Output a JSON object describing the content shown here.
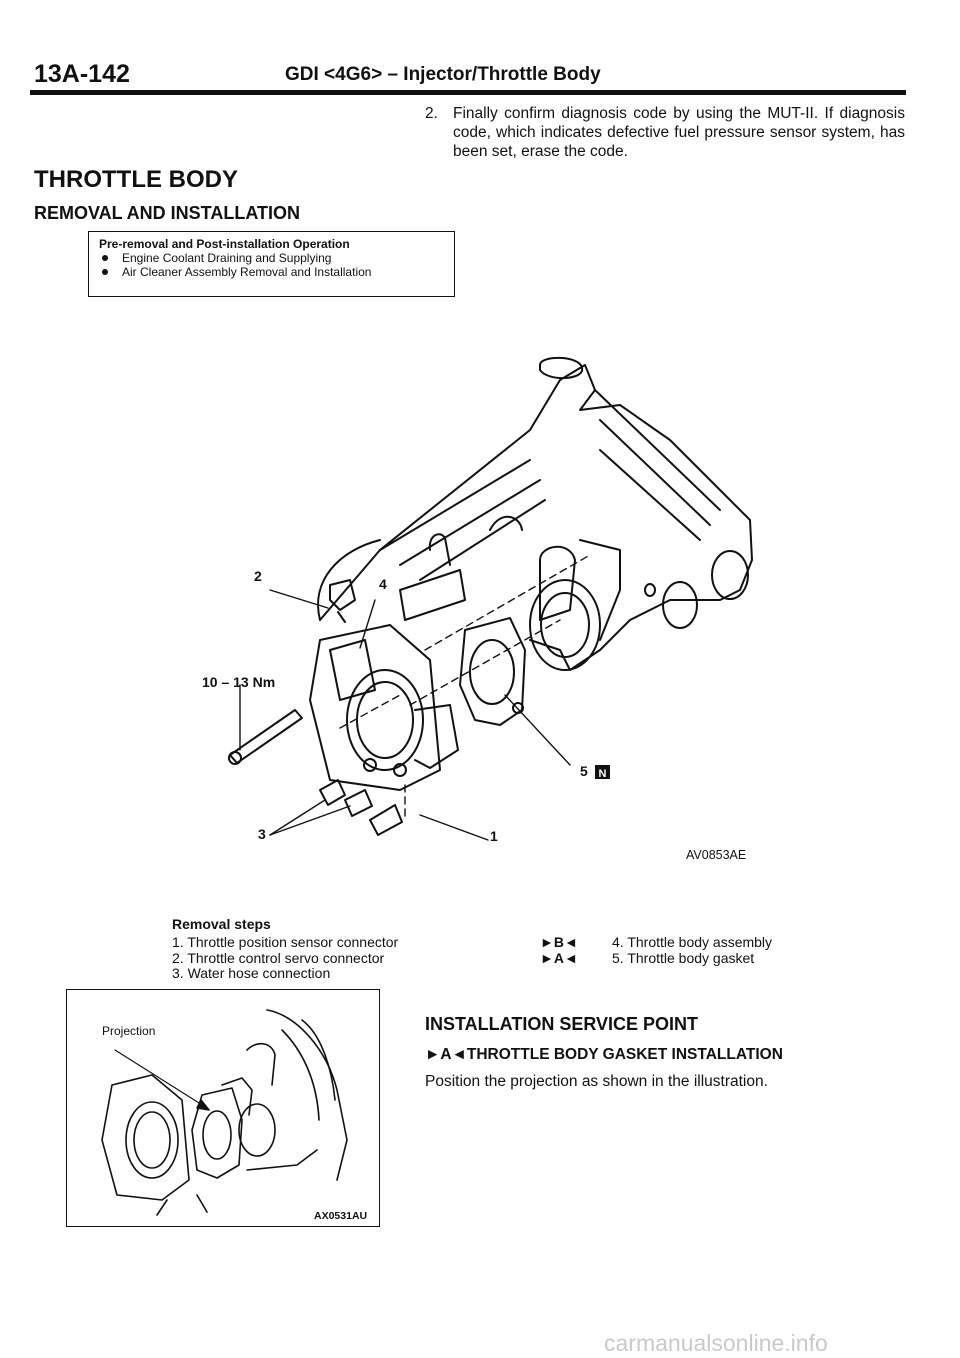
{
  "header": {
    "page_number": "13A-142",
    "title": "GDI <4G6> – Injector/Throttle Body"
  },
  "note": {
    "number": "2.",
    "text": "Finally confirm diagnosis code by using the MUT-II. If diagnosis code, which indicates defective fuel pressure sensor system, has been set, erase the code."
  },
  "section": {
    "title": "THROTTLE BODY",
    "subtitle": "REMOVAL AND INSTALLATION"
  },
  "prebox": {
    "title": "Pre-removal and Post-installation Operation",
    "items": [
      "Engine Coolant Draining and Supplying",
      "Air Cleaner Assembly Removal and Installation"
    ]
  },
  "figure": {
    "labels": {
      "l2": "2",
      "l4": "4",
      "torque": "10 – 13 Nm",
      "l3": "3",
      "l1": "1",
      "l5": "5",
      "l5_icon": "N"
    },
    "code": "AV0853AE"
  },
  "removal": {
    "heading": "Removal steps",
    "steps_left": [
      "1. Throttle position sensor connector",
      "2. Throttle control servo connector",
      "3. Water hose connection"
    ],
    "steps_right": [
      {
        "mark": "►B◄",
        "text": "4. Throttle body assembly"
      },
      {
        "mark": "►A◄",
        "text": "5. Throttle body gasket"
      }
    ]
  },
  "install_figure": {
    "label": "Projection",
    "code": "AX0531AU"
  },
  "install": {
    "heading": "INSTALLATION SERVICE POINT",
    "subheading": "►A◄THROTTLE BODY GASKET INSTALLATION",
    "text": "Position the projection as shown in the illustration."
  },
  "watermark": "carmanualsonline.info"
}
